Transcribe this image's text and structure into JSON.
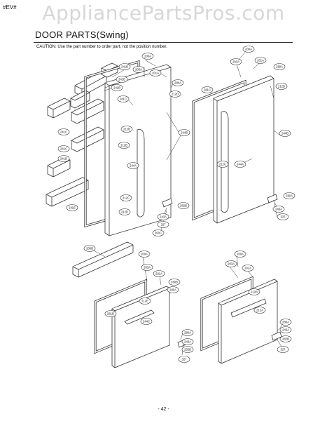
{
  "header": {
    "corner_tag": "#EV#",
    "watermark": "AppliancePartsPros.com",
    "title": "DOOR PARTS(Swing)",
    "caution": "CAUTION: Use the part number to order part, not the position number."
  },
  "footer": {
    "page_number": "- 42 -"
  },
  "callouts": [
    {
      "id": "c1",
      "label": "200A"
    },
    {
      "id": "c2",
      "label": "241B"
    },
    {
      "id": "c3",
      "label": "203A"
    },
    {
      "id": "c4",
      "label": "241B"
    },
    {
      "id": "c5",
      "label": "201A"
    },
    {
      "id": "c6",
      "label": "280A"
    },
    {
      "id": "c7",
      "label": "241B"
    },
    {
      "id": "c8",
      "label": "212D"
    },
    {
      "id": "c9",
      "label": "281C"
    },
    {
      "id": "c10",
      "label": "212B"
    },
    {
      "id": "c11",
      "label": "212B"
    },
    {
      "id": "c12",
      "label": "244B"
    },
    {
      "id": "c13",
      "label": "241C"
    },
    {
      "id": "c14",
      "label": "241C"
    },
    {
      "id": "c15",
      "label": "241D"
    },
    {
      "id": "c16",
      "label": "244A"
    },
    {
      "id": "c17",
      "label": "212C"
    },
    {
      "id": "c18",
      "label": "212D"
    },
    {
      "id": "c19",
      "label": "241E"
    },
    {
      "id": "c20",
      "label": "282B"
    },
    {
      "id": "c21",
      "label": "243A"
    },
    {
      "id": "c22",
      "label": "327"
    },
    {
      "id": "c23",
      "label": "200C"
    },
    {
      "id": "c24",
      "label": "200A"
    },
    {
      "id": "c25",
      "label": "203A"
    },
    {
      "id": "c26",
      "label": "201A"
    },
    {
      "id": "c27",
      "label": "280A"
    },
    {
      "id": "c28",
      "label": "281C"
    },
    {
      "id": "c29",
      "label": "212D"
    },
    {
      "id": "c30",
      "label": "244B"
    },
    {
      "id": "c31",
      "label": "212C"
    },
    {
      "id": "c32",
      "label": "244A"
    },
    {
      "id": "c33",
      "label": "280A"
    },
    {
      "id": "c34",
      "label": "243A"
    },
    {
      "id": "c35",
      "label": "327"
    },
    {
      "id": "c36",
      "label": "200B"
    },
    {
      "id": "c37",
      "label": "200A"
    },
    {
      "id": "c38",
      "label": "203A"
    },
    {
      "id": "c39",
      "label": "201A"
    },
    {
      "id": "c40",
      "label": "280B"
    },
    {
      "id": "c41",
      "label": "280A"
    },
    {
      "id": "c42",
      "label": "212E"
    },
    {
      "id": "c43",
      "label": "281D"
    },
    {
      "id": "c44",
      "label": "244C"
    },
    {
      "id": "c45",
      "label": "280A"
    },
    {
      "id": "c46",
      "label": "243A"
    },
    {
      "id": "c47",
      "label": "282B"
    },
    {
      "id": "c48",
      "label": "327"
    },
    {
      "id": "c49",
      "label": "200A"
    },
    {
      "id": "c50",
      "label": "203A"
    },
    {
      "id": "c51",
      "label": "201A"
    },
    {
      "id": "c52",
      "label": "212B"
    },
    {
      "id": "c53",
      "label": "212A"
    },
    {
      "id": "c54",
      "label": "280A"
    },
    {
      "id": "c55",
      "label": "243A"
    },
    {
      "id": "c56",
      "label": "282B"
    },
    {
      "id": "c57",
      "label": "327"
    }
  ]
}
